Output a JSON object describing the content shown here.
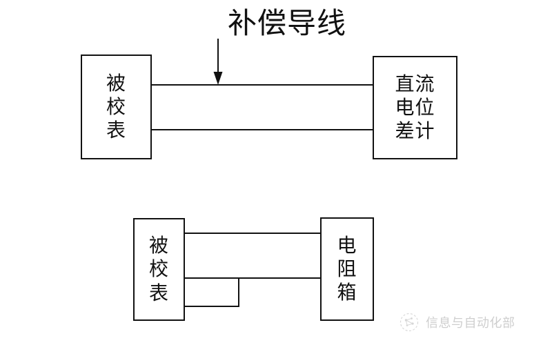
{
  "diagram": {
    "title_annotation": "补偿导线",
    "top_circuit": {
      "left_block": {
        "name": "被校表",
        "chars": [
          "被",
          "校",
          "表"
        ]
      },
      "right_block": {
        "name": "直流电位差计",
        "lines": [
          "直流",
          "电位",
          "差计"
        ]
      },
      "wire_count": 2,
      "annotation_label": "补偿导线",
      "arrow": "down-arrow-icon"
    },
    "bottom_circuit": {
      "left_block": {
        "name": "被校表",
        "chars": [
          "被",
          "校",
          "表"
        ]
      },
      "right_block": {
        "name": "电阻箱",
        "chars": [
          "电",
          "阻",
          "箱"
        ]
      },
      "wire_count": 3,
      "has_jumper_bracket": true
    }
  },
  "watermark": {
    "text": "信息与自动化部",
    "logo": "circle-network-logo",
    "color": "#8d8d8d"
  },
  "colors": {
    "stroke": "#111111",
    "background": "#ffffff",
    "watermark": "#8d8d8d"
  }
}
